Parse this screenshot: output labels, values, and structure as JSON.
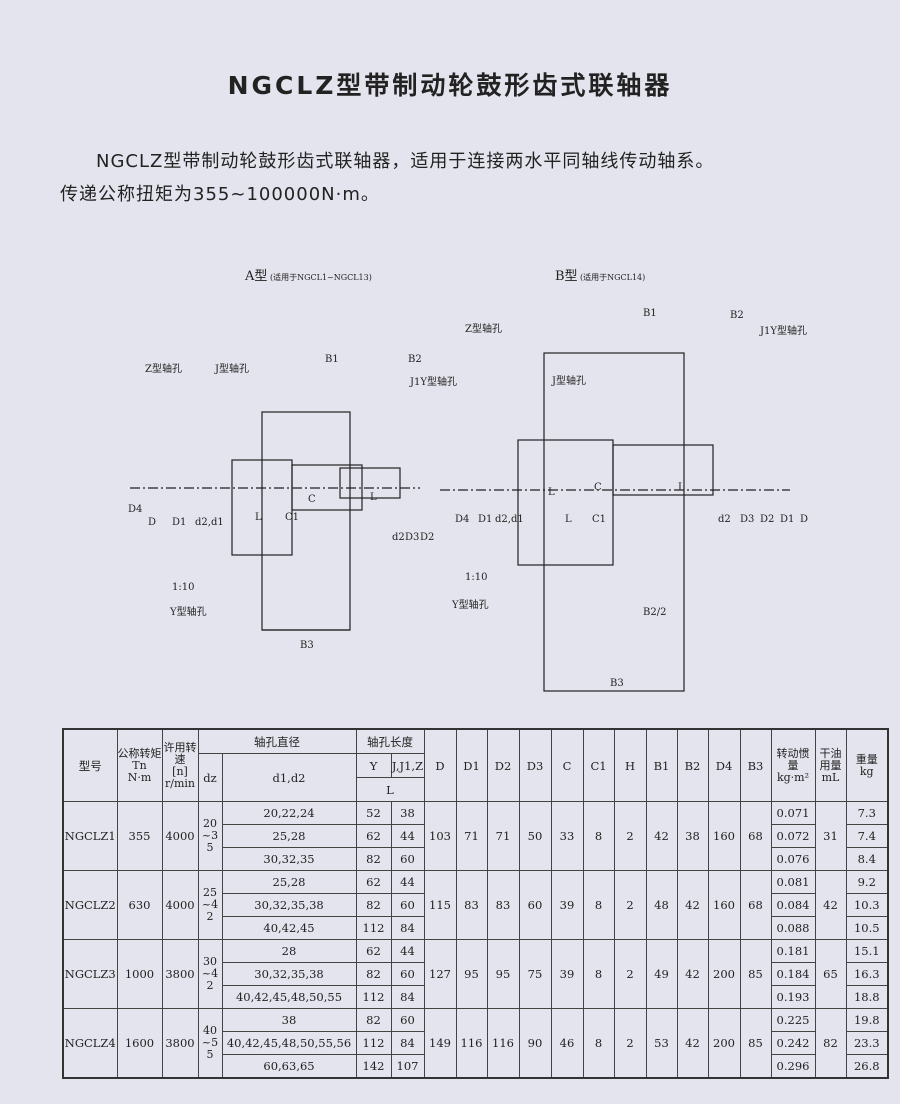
{
  "title": "NGCLZ型带制动轮鼓形齿式联轴器",
  "description": {
    "line1": "NGCLZ型带制动轮鼓形齿式联轴器，适用于连接两水平同轴线传动轴系。",
    "line2": "传递公称扭矩为355~100000N·m。"
  },
  "diagram_a": {
    "caption": "A型",
    "caption_note": "(适用于NGCL1~NGCL13)",
    "labels": {
      "z_hole": "Z型轴孔",
      "j_hole": "J型轴孔",
      "j1y_hole": "J1Y型轴孔",
      "y_hole": "Y型轴孔",
      "b1": "B1",
      "b2": "B2",
      "b3": "B3",
      "d4": "D4",
      "d": "D",
      "d1": "D1",
      "d2d1": "d2,d1",
      "c": "C",
      "c1": "C1",
      "l1": "L",
      "l2": "L",
      "dz": "d2",
      "d3": "D3",
      "d2b": "D2",
      "taper": "1:10"
    }
  },
  "diagram_b": {
    "caption": "B型",
    "caption_note": "(适用于NGCL14)",
    "labels": {
      "z_hole": "Z型轴孔",
      "j_hole": "J型轴孔",
      "j1y_hole": "J1Y型轴孔",
      "y_hole": "Y型轴孔",
      "b1": "B1",
      "b2": "B2",
      "b2half": "B2/2",
      "b3": "B3",
      "d4": "D4",
      "d1": "D1",
      "d2d1": "d2,d1",
      "c": "C",
      "c1": "C1",
      "l1": "L",
      "l2": "L",
      "l3": "L",
      "dz": "d2",
      "d3": "D3",
      "d2b": "D2",
      "d1b": "D1",
      "d": "D",
      "taper": "1:10"
    }
  },
  "table": {
    "headers": {
      "model": "型号",
      "torque": "公称转矩",
      "torque_unit1": "Tn",
      "torque_unit2": "N·m",
      "speed": "许用转速",
      "speed_unit1": "[n]",
      "speed_unit2": "r/min",
      "bore_dia": "轴孔直径",
      "dz": "dz",
      "d1d2": "d1,d2",
      "bore_len": "轴孔长度",
      "y": "Y",
      "jj1z": "J,J1,Z",
      "l": "L",
      "cols": [
        "D",
        "D1",
        "D2",
        "D3",
        "C",
        "C1",
        "H",
        "B1",
        "B2",
        "D4",
        "B3"
      ],
      "inertia": "转动惯量",
      "inertia_unit": "kg·m²",
      "grease": "干油用量",
      "grease_unit": "mL",
      "weight": "重量",
      "weight_unit": "kg"
    },
    "rows": [
      {
        "model": "NGCLZ1",
        "torque": "355",
        "speed": "4000",
        "dz": "20~35",
        "dims": [
          "103",
          "71",
          "71",
          "50",
          "33",
          "8",
          "2",
          "42",
          "38",
          "160",
          "68"
        ],
        "grease": "31",
        "subs": [
          {
            "d": "20,22,24",
            "y": "52",
            "j": "38",
            "inertia": "0.071",
            "weight": "7.3"
          },
          {
            "d": "25,28",
            "y": "62",
            "j": "44",
            "inertia": "0.072",
            "weight": "7.4"
          },
          {
            "d": "30,32,35",
            "y": "82",
            "j": "60",
            "inertia": "0.076",
            "weight": "8.4"
          }
        ]
      },
      {
        "model": "NGCLZ2",
        "torque": "630",
        "speed": "4000",
        "dz": "25~42",
        "dims": [
          "115",
          "83",
          "83",
          "60",
          "39",
          "8",
          "2",
          "48",
          "42",
          "160",
          "68"
        ],
        "grease": "42",
        "subs": [
          {
            "d": "25,28",
            "y": "62",
            "j": "44",
            "inertia": "0.081",
            "weight": "9.2"
          },
          {
            "d": "30,32,35,38",
            "y": "82",
            "j": "60",
            "inertia": "0.084",
            "weight": "10.3"
          },
          {
            "d": "40,42,45",
            "y": "112",
            "j": "84",
            "inertia": "0.088",
            "weight": "10.5"
          }
        ]
      },
      {
        "model": "NGCLZ3",
        "torque": "1000",
        "speed": "3800",
        "dz": "30~42",
        "dims": [
          "127",
          "95",
          "95",
          "75",
          "39",
          "8",
          "2",
          "49",
          "42",
          "200",
          "85"
        ],
        "grease": "65",
        "subs": [
          {
            "d": "28",
            "y": "62",
            "j": "44",
            "inertia": "0.181",
            "weight": "15.1"
          },
          {
            "d": "30,32,35,38",
            "y": "82",
            "j": "60",
            "inertia": "0.184",
            "weight": "16.3"
          },
          {
            "d": "40,42,45,48,50,55",
            "y": "112",
            "j": "84",
            "inertia": "0.193",
            "weight": "18.8"
          }
        ]
      },
      {
        "model": "NGCLZ4",
        "torque": "1600",
        "speed": "3800",
        "dz": "40~55",
        "dims": [
          "149",
          "116",
          "116",
          "90",
          "46",
          "8",
          "2",
          "53",
          "42",
          "200",
          "85"
        ],
        "grease": "82",
        "subs": [
          {
            "d": "38",
            "y": "82",
            "j": "60",
            "inertia": "0.225",
            "weight": "19.8"
          },
          {
            "d": "40,42,45,48,50,55,56",
            "y": "112",
            "j": "84",
            "inertia": "0.242",
            "weight": "23.3"
          },
          {
            "d": "60,63,65",
            "y": "142",
            "j": "107",
            "inertia": "0.296",
            "weight": "26.8"
          }
        ]
      }
    ]
  }
}
